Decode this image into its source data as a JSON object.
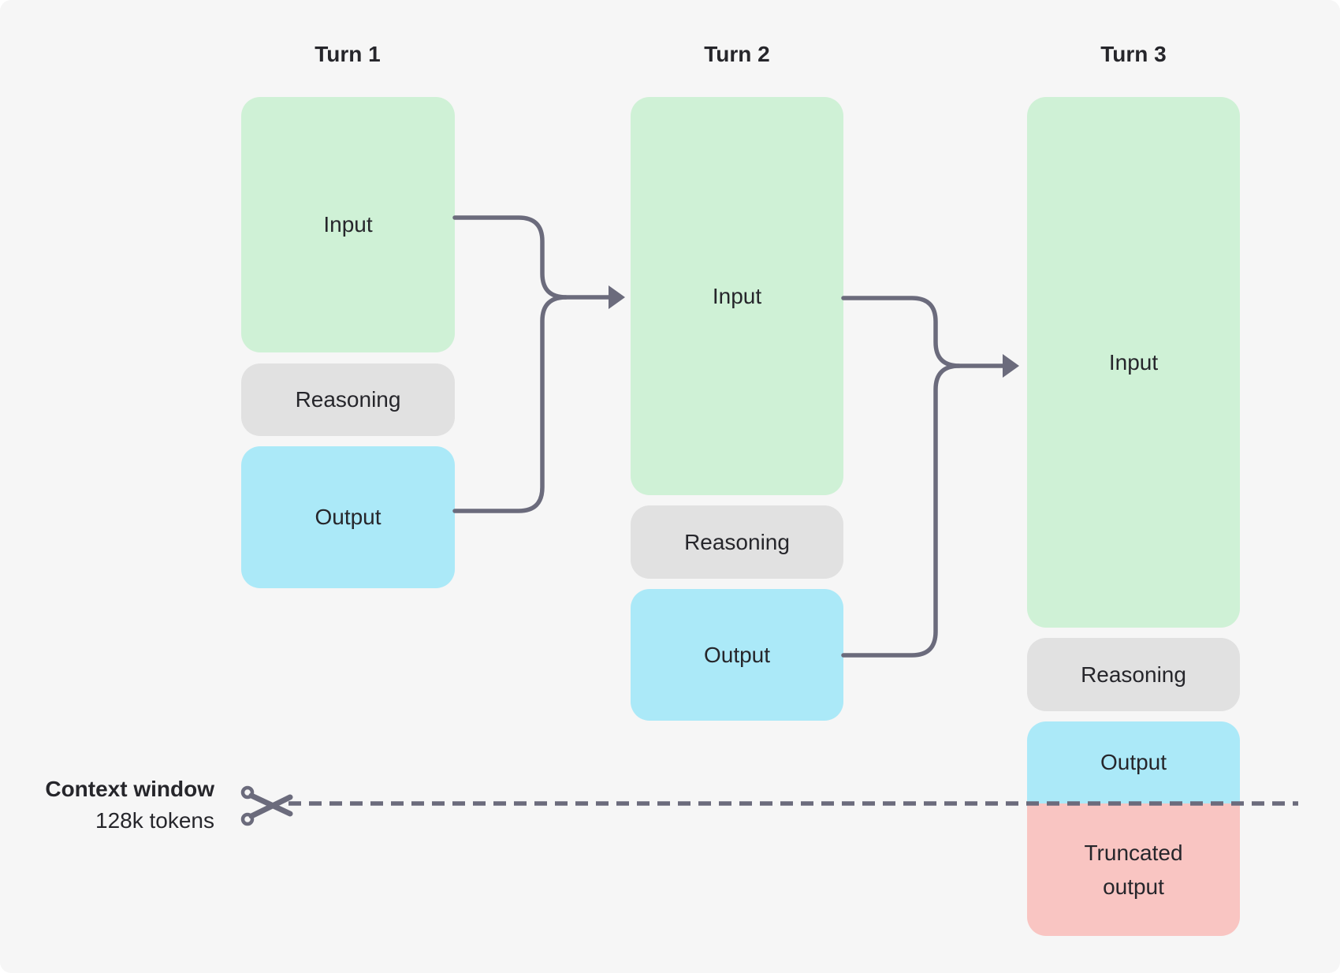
{
  "turns": [
    {
      "title": "Turn 1",
      "blocks": {
        "input": "Input",
        "reasoning": "Reasoning",
        "output": "Output"
      }
    },
    {
      "title": "Turn 2",
      "blocks": {
        "input": "Input",
        "reasoning": "Reasoning",
        "output": "Output"
      }
    },
    {
      "title": "Turn 3",
      "blocks": {
        "input": "Input",
        "reasoning": "Reasoning",
        "output": "Output",
        "truncated": "Truncated output"
      }
    }
  ],
  "context_window": {
    "label": "Context window",
    "tokens": "128k tokens"
  },
  "icons": {
    "scissors": "scissors-icon",
    "arrows": "arrow-right-icon"
  },
  "colors": {
    "background": "#ffffff",
    "canvas": "#f6f6f6",
    "input": "#cff1d6",
    "reasoning": "#e1e1e1",
    "output": "#abe9f8",
    "truncated": "#f9c5c2",
    "connector": "#6b6b7c",
    "text": "#26262b"
  }
}
